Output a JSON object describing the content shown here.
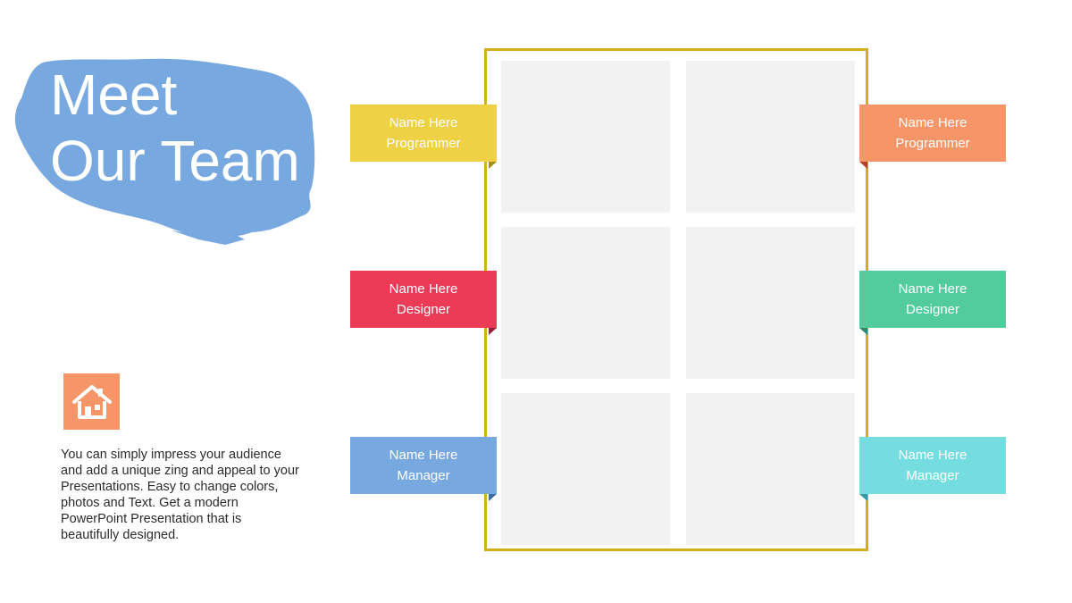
{
  "title": {
    "line1": "Meet",
    "line2": "Our Team"
  },
  "description": "You can simply impress your audience and add a unique zing and appeal to your Presentations. Easy to change colors, photos and Text.  Get a modern PowerPoint  Presentation that is beautifully designed.",
  "icons": {
    "home": "home-icon"
  },
  "colors": {
    "blob": "#77a8e0",
    "frame": "#d4ae1a",
    "home_box": "#f69668",
    "photo_placeholder": "#f2f2f2"
  },
  "team": [
    {
      "name": "Name Here",
      "role": "Programmer",
      "color": "#eed144",
      "fold": "#a78a18"
    },
    {
      "name": "Name Here",
      "role": "Programmer",
      "color": "#f69668",
      "fold": "#b5432c"
    },
    {
      "name": "Name Here",
      "role": "Designer",
      "color": "#eb3b57",
      "fold": "#9a1f32"
    },
    {
      "name": "Name Here",
      "role": "Designer",
      "color": "#52cb9d",
      "fold": "#2f8a63"
    },
    {
      "name": "Name Here",
      "role": "Manager",
      "color": "#77a8e0",
      "fold": "#3d6cab"
    },
    {
      "name": "Name Here",
      "role": "Manager",
      "color": "#75dde0",
      "fold": "#3a9a9c"
    }
  ]
}
